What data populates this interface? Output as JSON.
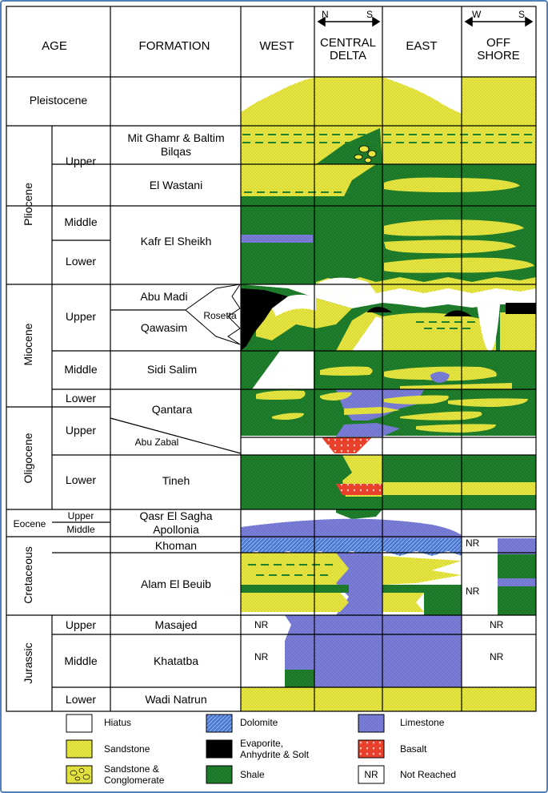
{
  "header": {
    "age": "AGE",
    "formation": "FORMATION",
    "west": "WEST",
    "central1": "CENTRAL",
    "central2": "DELTA",
    "east": "EAST",
    "offshore1": "OFF",
    "offshore2": "SHORE",
    "n": "N",
    "s": "S",
    "w": "W",
    "s2": "S"
  },
  "epochs": {
    "pleistocene": "Pleistocene",
    "pliocene": "Pliocene",
    "miocene": "Miocene",
    "oligocene": "Oligocene",
    "eocene": "Eocene",
    "cretaceous": "Cretaceous",
    "jurassic": "Jurassic"
  },
  "subdivisions": {
    "plio_upper": "Upper",
    "plio_middle": "Middle",
    "plio_lower": "Lower",
    "mio_upper": "Upper",
    "mio_middle": "Middle",
    "mio_lower": "Lower",
    "oli_upper": "Upper",
    "oli_lower": "Lower",
    "eo_upper": "Upper",
    "eo_middle": "Middle",
    "jur_upper": "Upper",
    "jur_middle": "Middle",
    "jur_lower": "Lower"
  },
  "formations": {
    "mit_ghamr": "Mit Ghamr & Baltim",
    "bilqas": "Bilqas",
    "el_wastani": "El Wastani",
    "kafr_el_sheikh": "Kafr El Sheikh",
    "abu_madi": "Abu Madi",
    "rosetta": "Rosetta",
    "qawasim": "Qawasim",
    "sidi_salim": "Sidi Salim",
    "qantara": "Qantara",
    "abu_zabal": "Abu Zabal",
    "tineh": "Tineh",
    "qasr_el_sagha": "Qasr El Sagha",
    "apollonia": "Apollonia",
    "khoman": "Khoman",
    "alam_el_beuib": "Alam El Beuib",
    "masajed": "Masajed",
    "khatatba": "Khatatba",
    "wadi_natrun": "Wadi Natrun"
  },
  "nr": {
    "label": "NR"
  },
  "legend": {
    "hiatus": "Hiatus",
    "dolomite": "Dolomite",
    "limestone": "Limestone",
    "sandstone": "Sandstone",
    "evaporite1": "Evaporite,",
    "evaporite2": "Anhydrite & Solt",
    "basalt": "Basalt",
    "sand_cong1": "Sandstone &",
    "sand_cong2": "Conglomerate",
    "shale": "Shale",
    "not_reached": "Not Reached",
    "nr_box": "NR"
  },
  "colors": {
    "sandstone": "#e8e840",
    "shale": "#1f7f2c",
    "limestone": "#7b7fd8",
    "dolomite": "#4a78d4",
    "basalt": "#e8402a",
    "evaporite": "#000000",
    "hiatus": "#ffffff",
    "frame": "#4f81bd"
  }
}
